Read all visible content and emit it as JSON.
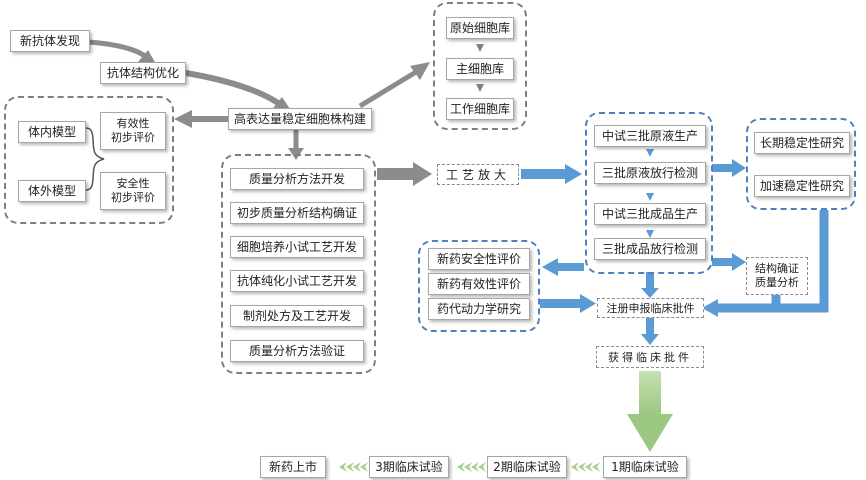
{
  "nodes": {
    "new_antibody": "新抗体发现",
    "structure_opt": "抗体结构优化",
    "cell_line": "高表达量稳定细胞株构建",
    "in_vivo": "体内模型",
    "in_vitro": "体外模型",
    "efficacy": "有效性\n初步评价",
    "safety": "安全性\n初步评价",
    "cell_bank_primary": "原始细胞库",
    "cell_bank_master": "主细胞库",
    "cell_bank_working": "工作细胞库",
    "dev_steps": [
      "质量分析方法开发",
      "初步质量分析结构确证",
      "细胞培养小试工艺开发",
      "抗体纯化小试工艺开发",
      "制剂处方及工艺开发",
      "质量分析方法验证"
    ],
    "scale_up": "工艺放大",
    "pilot_steps": [
      "中试三批原液生产",
      "三批原液放行检测",
      "中试三批成品生产",
      "三批成品放行检测"
    ],
    "long_term": "长期稳定性研究",
    "accelerated": "加速稳定性研究",
    "structure_confirm": "结构确证\n质量分析",
    "drug_safety": "新药安全性评价",
    "drug_efficacy": "新药有效性评价",
    "pk": "药代动力学研究",
    "ind_apply": "注册申报临床批件",
    "ind_approved": "获得临床批件",
    "phase1": "1期临床试验",
    "phase2": "2期临床试验",
    "phase3": "3期临床试验",
    "market": "新药上市"
  },
  "colors": {
    "gray_arrow": "#7f7f7f",
    "blue_arrow": "#4f8fd0",
    "green_arrow": "#a9d08e",
    "blue_border": "#4f81bd",
    "gray_border": "#7f7f7f"
  }
}
